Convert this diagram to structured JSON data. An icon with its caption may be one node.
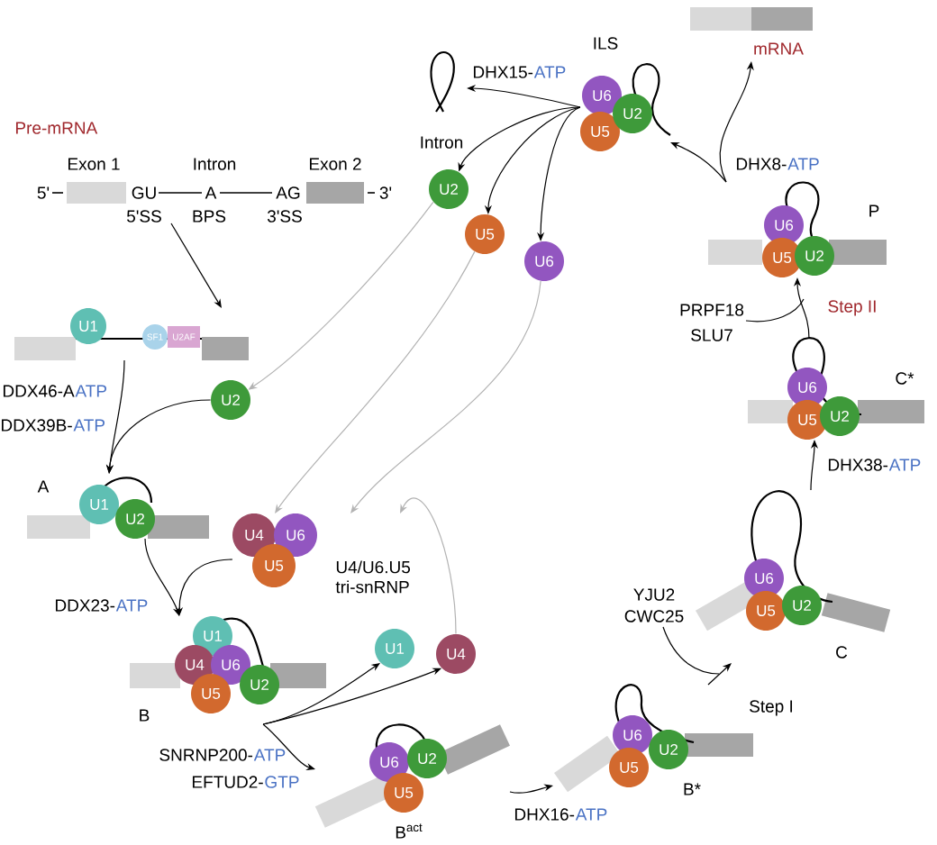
{
  "diagram": {
    "nodes": [
      {
        "text": [
          "Pre-mRNA",
          "Exon 1",
          "Intron",
          "Exon 2",
          "5'",
          "GU",
          "A",
          "AG",
          "3'",
          "5'SS",
          "BPS",
          "3'SS"
        ]
      },
      {
        "text": [
          "U1",
          "SF1",
          "U2AF"
        ]
      },
      {
        "text": [
          "U2"
        ]
      },
      {
        "text": [
          "A",
          "U1",
          "U2"
        ]
      },
      {
        "text": [
          "U4",
          "U6",
          "U5",
          "U4/U6.U5 tri-snRNP"
        ]
      },
      {
        "text": [
          "U1",
          "U4",
          "U6",
          "U5",
          "U2",
          "B"
        ]
      },
      {
        "text": [
          "U1"
        ]
      },
      {
        "text": [
          "U4"
        ]
      },
      {
        "text": [
          "U6",
          "U2",
          "U5",
          "B$^{act}$"
        ]
      },
      {
        "text": [
          "U6",
          "U2",
          "U5",
          "B*"
        ]
      },
      {
        "text": [
          "U6",
          "U5",
          "U2",
          "C"
        ]
      },
      {
        "text": [
          "U6",
          "U5",
          "U2",
          "C*"
        ]
      },
      {
        "text": [
          "U6",
          "U5",
          "U2",
          "P"
        ]
      },
      {
        "text": [
          "ILS",
          "U6",
          "U5",
          "U2"
        ]
      },
      {
        "text": [
          "mRNA"
        ]
      },
      {
        "text": [
          "Intron"
        ]
      },
      {
        "text": [
          "U2"
        ]
      },
      {
        "text": [
          "U5"
        ]
      },
      {
        "text": [
          "U6"
        ]
      }
    ],
    "edges": [
      {
        "from": 0,
        "to": 1,
        "arrow": "to"
      },
      {
        "from": 1,
        "to": 3,
        "arrow": "to"
      },
      {
        "from": 2,
        "to": 3,
        "arrow": "to"
      },
      {
        "from": 3,
        "to": 5,
        "arrow": "to"
      },
      {
        "from": 4,
        "to": 5,
        "arrow": "to"
      },
      {
        "from": 5,
        "to": 6,
        "arrow": "to"
      },
      {
        "from": 5,
        "to": 7,
        "arrow": "to"
      },
      {
        "from": 5,
        "to": 8,
        "arrow": "to"
      },
      {
        "from": 8,
        "to": 9,
        "arrow": "to"
      },
      {
        "from": 9,
        "to": 10,
        "arrow": "to"
      },
      {
        "from": 10,
        "to": 11,
        "arrow": "to"
      },
      {
        "from": 11,
        "to": 12,
        "arrow": "to"
      },
      {
        "from": 12,
        "to": 13,
        "arrow": "to"
      },
      {
        "from": 12,
        "to": 14,
        "arrow": "to"
      },
      {
        "from": 13,
        "to": 15,
        "arrow": "to"
      },
      {
        "from": 13,
        "to": 16,
        "arrow": "to"
      },
      {
        "from": 13,
        "to": 17,
        "arrow": "to"
      },
      {
        "from": 13,
        "to": 18,
        "arrow": "to"
      },
      {
        "from": 16,
        "to": 2,
        "arrow": "to",
        "color": "#b3b3b3"
      },
      {
        "from": 17,
        "to": 4,
        "arrow": "to",
        "color": "#b3b3b3"
      },
      {
        "from": 18,
        "to": 4,
        "arrow": "to",
        "color": "#b3b3b3"
      },
      {
        "from": 7,
        "to": 4,
        "arrow": "to",
        "color": "#b3b3b3"
      }
    ],
    "labels": [
      "DDX46-A",
      "ATP",
      "DDX39B-",
      "ATP",
      "DDX23-",
      "ATP",
      "SNRNP200-",
      "ATP",
      "EFTUD2-",
      "GTP",
      "DHX16-",
      "ATP",
      "YJU2",
      "CWC25",
      "Step I",
      "DHX38-",
      "ATP",
      "PRPF18",
      "SLU7",
      "Step II",
      "DHX8-",
      "ATP",
      "DHX15-",
      "ATP"
    ]
  }
}
